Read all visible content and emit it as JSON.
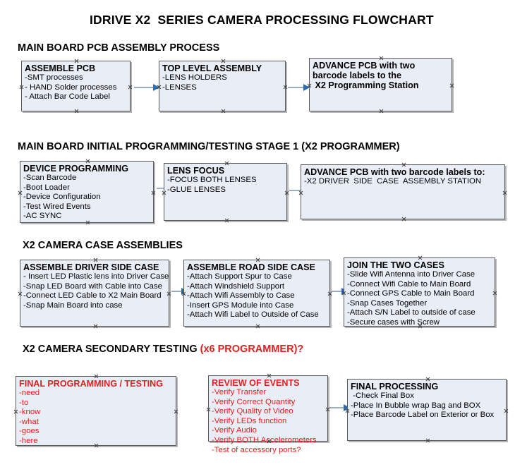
{
  "document": {
    "title": "IDRIVE X2  SERIES CAMERA PROCESSING FLOWCHART",
    "accent_color": "#e02020",
    "box_fill": "#e9eef6",
    "box_border": "#595959",
    "arrow_color": "#2b6cb0"
  },
  "sections": [
    {
      "heading": "MAIN BOARD PCB ASSEMBLY PROCESS",
      "accent": ""
    },
    {
      "heading": "MAIN BOARD INITIAL PROGRAMMING/TESTING STAGE 1 (X2 PROGRAMMER)",
      "accent": ""
    },
    {
      "heading": "X2 CAMERA CASE ASSEMBLIES",
      "accent": ""
    },
    {
      "heading": "X2 CAMERA SECONDARY TESTING ",
      "accent": "(x6 PROGRAMMER)?"
    }
  ],
  "boxes": {
    "assemble_pcb": {
      "title": "ASSEMBLE PCB",
      "lines": [
        "-SMT processes",
        "- HAND Solder processes",
        "- Attach Bar Code Label"
      ]
    },
    "top_level_assembly": {
      "title": "TOP LEVEL ASSEMBLY",
      "lines": [
        "-LENS HOLDERS",
        "-LENSES"
      ]
    },
    "advance_pcb_station": {
      "title": "ADVANCE PCB with two",
      "lines": [
        "barcode labels to the",
        " X2 Programming Station"
      ]
    },
    "device_programming": {
      "title": "DEVICE PROGRAMMING",
      "lines": [
        "-Scan Barcode",
        "-Boot Loader",
        "-Device Configuration",
        "-Test Wired Events",
        "-AC SYNC"
      ]
    },
    "lens_focus": {
      "title": "LENS FOCUS",
      "lines": [
        "-FOCUS BOTH LENSES",
        "-GLUE LENSES"
      ]
    },
    "advance_pcb_driver": {
      "title": "ADVANCE PCB with two barcode labels to:",
      "lines": [
        "-X2 DRIVER  SIDE  CASE  ASSEMBLY STATION"
      ]
    },
    "assemble_driver_case": {
      "title": "ASSEMBLE DRIVER SIDE CASE",
      "lines": [
        "- Insert LED Plastic lens into Driver Case",
        "-Snap LED Board with Cable into Case",
        "-Connect LED Cable to X2 Main Board",
        "-Snap Main Board into case"
      ]
    },
    "assemble_road_case": {
      "title": "ASSEMBLE ROAD SIDE CASE",
      "lines": [
        "-Attach Support Spur to Case",
        "-Attach Windshield Support",
        "-Attach Wifi Assembly to Case",
        "-Insert GPS Module into Case",
        "-Attach Wifi Label to Outside of Case"
      ]
    },
    "join_two_cases": {
      "title": "JOIN THE TWO CASES",
      "lines": [
        "-Slide Wifi Antenna into Driver Case",
        "-Connect Wifi Cable to Main Board",
        "-Connect GPS Cable to Main Board",
        "-Snap Cases Together",
        "-Attach S/N Label to outside of case",
        "-Secure cases with Screw"
      ]
    },
    "final_programming": {
      "title": "FINAL PROGRAMMING / TESTING",
      "lines": [
        "-need",
        "-to",
        "-know",
        "-what",
        "-goes",
        "-here"
      ]
    },
    "review_of_events": {
      "title": "REVIEW OF EVENTS",
      "lines": [
        "-Verify Transfer",
        "-Verify Correct Quantity",
        "-Verify Quality of Video",
        "-Verify LEDs function",
        "-Verify Audio",
        "-Verify BOTH Accelerometers",
        "-Test of accessory ports?"
      ]
    },
    "final_processing": {
      "title": "FINAL PROCESSING",
      "lines": [
        " -Check Final Box",
        "-Place In Bubble wrap Bag and BOX",
        "-Place Barcode Label on Exterior or Box"
      ]
    }
  }
}
